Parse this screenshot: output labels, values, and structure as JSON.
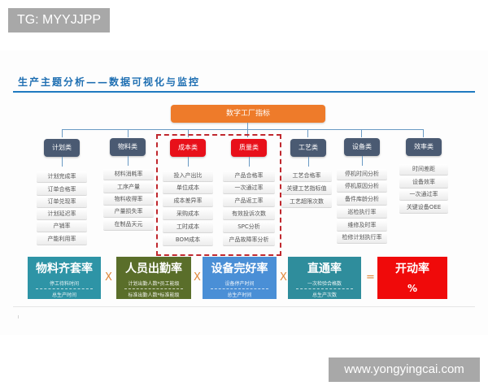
{
  "watermarks": {
    "top_left": "TG: MYYJJPP",
    "bottom_right": "www.yongyingcai.com"
  },
  "slide": {
    "title": "生产主题分析——数据可视化与监控",
    "page_mark": "I",
    "root": "数字工厂指标",
    "categories": [
      {
        "label": "计划类",
        "color": "#4a5a72",
        "items": [
          "计划完成率",
          "订单合格率",
          "订单兑现率",
          "计划延迟率",
          "产销率",
          "产能利用率"
        ]
      },
      {
        "label": "物料类",
        "color": "#4a5a72",
        "items": [
          "材料消耗率",
          "工序产量",
          "物料收得率",
          "产量损失率",
          "在制品天元"
        ]
      },
      {
        "label": "成本类",
        "color": "#e8101a",
        "items": [
          "投入产出比",
          "单位成本",
          "成本差异率",
          "采购成本",
          "工时成本",
          "BOM成本"
        ]
      },
      {
        "label": "质量类",
        "color": "#e8101a",
        "items": [
          "产品合格率",
          "一次通过率",
          "产品返工率",
          "有效投诉次数",
          "SPC分析",
          "产品故障率分析"
        ]
      },
      {
        "label": "工艺类",
        "color": "#4a5a72",
        "items": [
          "工艺合格率",
          "关键工艺指标值",
          "工艺超限次数"
        ]
      },
      {
        "label": "设备类",
        "color": "#4a5a72",
        "items": [
          "停机时间分析",
          "停机原因分析",
          "备件库龄分析",
          "巡检执行率",
          "维修及时率",
          "检修计划执行率"
        ]
      },
      {
        "label": "效率类",
        "color": "#4a5a72",
        "items": [
          "时间差距",
          "设备效率",
          "一次通过率",
          "关键设备OEE"
        ]
      }
    ],
    "formula": {
      "terms": [
        {
          "title": "物料齐套率",
          "numerator": "停工待料时间",
          "denominator": "总生产时间",
          "color": "#2e94a6"
        },
        {
          "title": "人员出勤率",
          "numerator": "计划出勤人数*员工能级",
          "denominator": "标准出勤人数*标准能级",
          "color": "#5a6e2a"
        },
        {
          "title": "设备完好率",
          "numerator": "设备停产时间",
          "denominator": "总生产时间",
          "color": "#4a8fd6"
        },
        {
          "title": "直通率",
          "numerator": "一次检验合格数",
          "denominator": "总生产次数",
          "color": "#2f8d9c"
        }
      ],
      "operators": [
        "X",
        "X",
        "X",
        "="
      ],
      "result": {
        "title": "开动率",
        "value": "%",
        "color": "#f00a0a"
      }
    }
  }
}
